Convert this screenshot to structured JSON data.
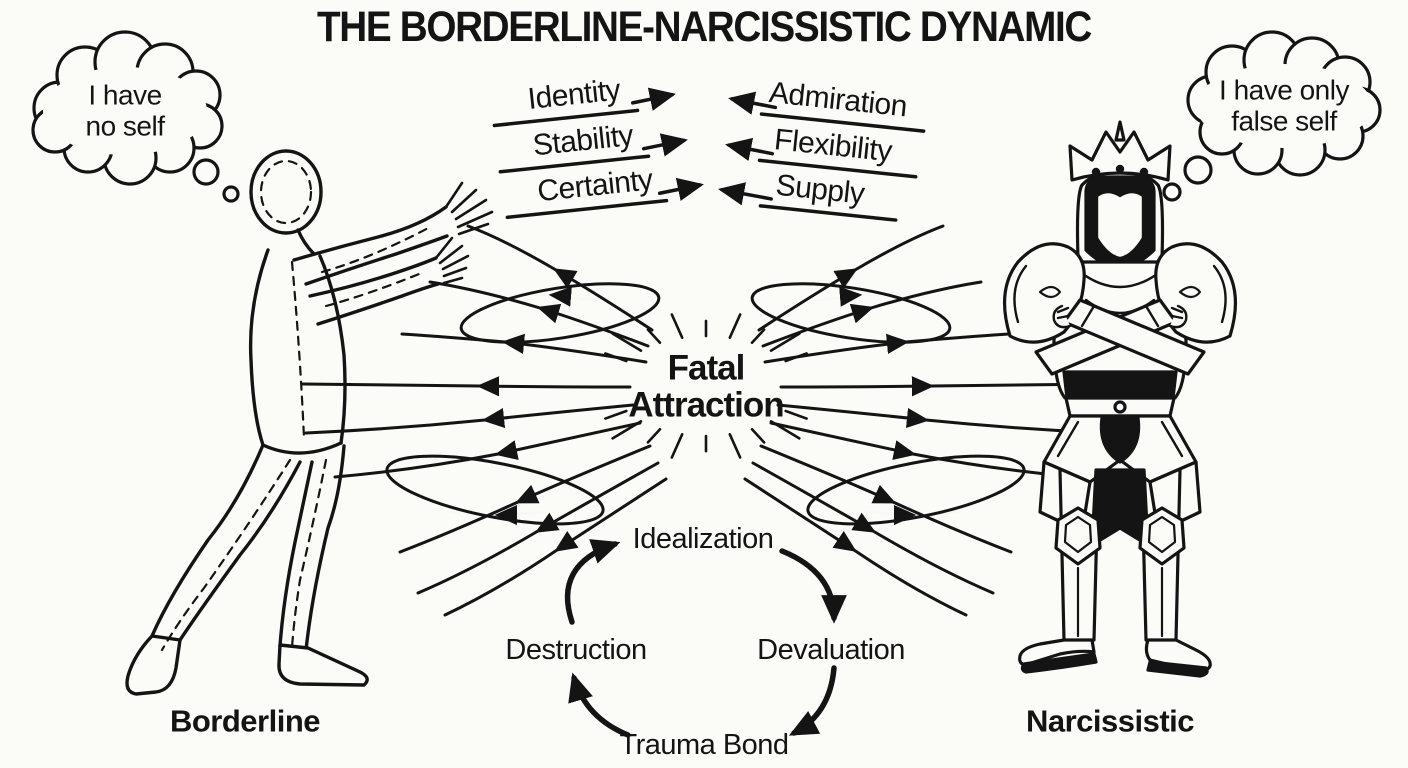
{
  "title": "THE BORDERLINE-NARCISSISTIC DYNAMIC",
  "borderline": {
    "thought_line1": "I have",
    "thought_line2": "no self",
    "label": "Borderline",
    "gives": [
      "Identity",
      "Stability",
      "Certainty"
    ]
  },
  "narcissist": {
    "thought_line1": "I have only",
    "thought_line2": "false self",
    "label": "Narcissistic",
    "gives": [
      "Admiration",
      "Flexibility",
      "Supply"
    ]
  },
  "center": {
    "line1": "Fatal",
    "line2": "Attraction"
  },
  "cycle": {
    "top": "Idealization",
    "right": "Devaluation",
    "bottom": "Trauma Bond",
    "left": "Destruction"
  },
  "colors": {
    "ink": "#141414",
    "background": "#fbfbf8"
  }
}
